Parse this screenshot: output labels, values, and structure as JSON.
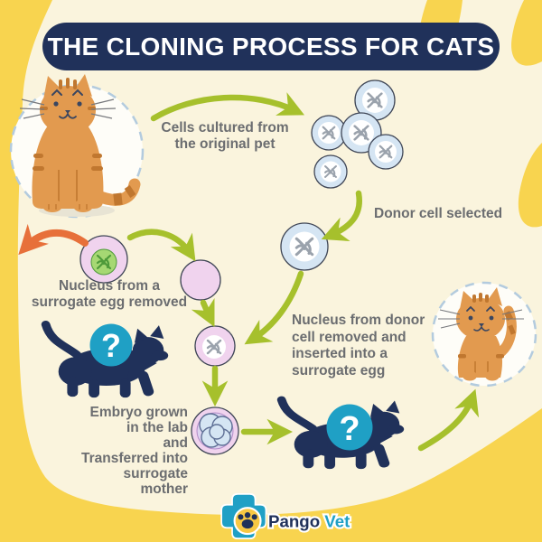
{
  "title": "THE CLONING PROCESS FOR CATS",
  "labels": {
    "cells_cultured": "Cells cultured from\nthe original pet",
    "donor_selected": "Donor cell selected",
    "nucleus_donor": "Nucleus from donor\ncell removed and\ninserted into a\nsurrogate egg",
    "nucleus_surrogate": "Nucleus from a\nsurrogate egg removed",
    "embryo": "Embryo grown\nin the lab\nand\nTransferred into\nsurrogate\nmother",
    "question_mark": "?"
  },
  "logo": {
    "name_part1": "Pango",
    "name_part2": "Vet"
  },
  "illustrations": {
    "original_pet": "orange-tabby-cat-icon",
    "cultured_cells": "cell-cluster-icon",
    "donor_cell": "donor-cell-icon",
    "surrogate_egg": "pink-egg-cell-icon",
    "surrogate_cat": "cat-silhouette-question-icon",
    "embryo_cell": "embryo-icon",
    "cloned_kitten": "orange-kitten-icon",
    "logo_mark": "vet-cross-paw-icon"
  },
  "colors": {
    "bg_yellow": "#F8D44F",
    "cream": "#FAF4DD",
    "navy": "#20315A",
    "green": "#A6C02C",
    "orange_arrow": "#E7703A",
    "teal": "#1FA0C5",
    "gray_text": "#6B6D70",
    "cell_blue": "#D5E5F3",
    "cell_outline": "#3F4656",
    "pink": "#F0D3EE",
    "nucleus_green": "#A6D873",
    "nucleus_green_dark": "#4E9A3A",
    "chromo_gray": "#9AA2AC",
    "cat_orange": "#E29A4F",
    "cat_stripe": "#C0772F",
    "face_navy": "#3A4660",
    "dash_blue": "#B3CBDE",
    "logo_yellow": "#F8C843",
    "embryo_inner": "#DCD4F0",
    "shadow": "#E8E4D4"
  }
}
